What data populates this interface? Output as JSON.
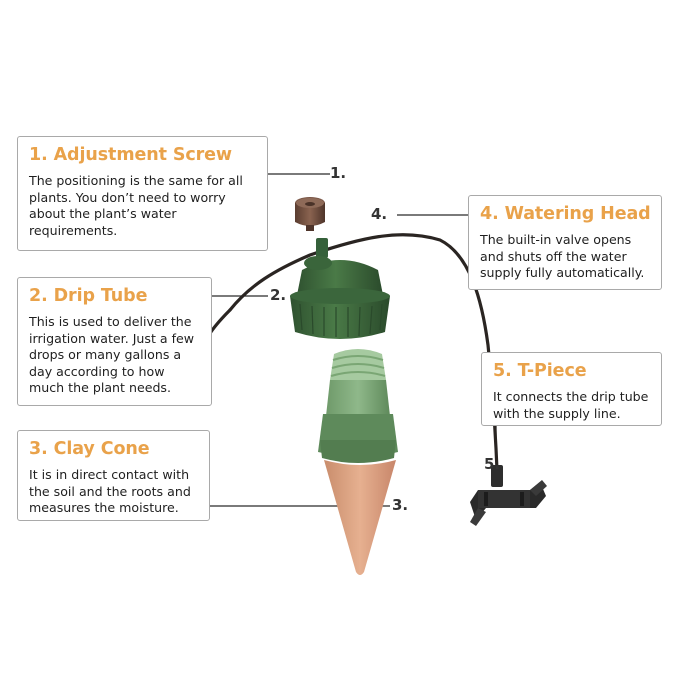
{
  "callouts": [
    {
      "title": "1. Adjustment Screw",
      "text": "The positioning is the same for all plants. You don’t need to worry about the plant’s water requirements.",
      "marker": "1."
    },
    {
      "title": "2. Drip Tube",
      "text": "This is used to deliver the irrigation water. Just a few drops or many gallons a day according to how much the plant needs.",
      "marker": "2."
    },
    {
      "title": "3. Clay Cone",
      "text": "It is in direct contact with the soil and the roots and measures the moisture.",
      "marker": "3."
    },
    {
      "title": "4. Watering Head",
      "text": "The built-in valve opens and shuts off the water supply fully automatically.",
      "marker": "4."
    },
    {
      "title": "5. T-Piece",
      "text": "It connects the drip tube with the supply line.",
      "marker": "5."
    }
  ],
  "colors": {
    "title_orange": "#e9a24a",
    "head_green": "#3f6b3c",
    "transparent_green": "#7ea878",
    "clay": "#d9a07e",
    "screw_brown": "#6b4a3a",
    "tube": "#2b2b2b"
  }
}
